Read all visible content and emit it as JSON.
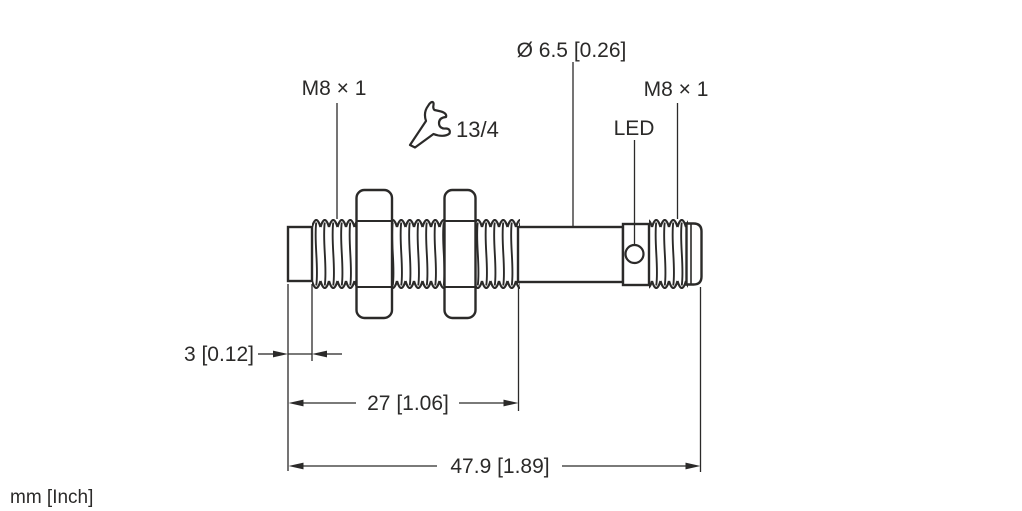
{
  "labels": {
    "thread_left": "M8 × 1",
    "diameter_top": "Ø 6.5 [0.26]",
    "thread_right": "M8 × 1",
    "led": "LED",
    "wrench_size": "13/4"
  },
  "dimensions": {
    "face_length": "3 [0.12]",
    "thread_length": "27 [1.06]",
    "total_length": "47.9 [1.89]"
  },
  "footer": {
    "units": "mm [Inch]"
  },
  "icons": {
    "wrench": "wrench-icon"
  },
  "colors": {
    "line": "#2b2a29",
    "background": "#ffffff"
  }
}
